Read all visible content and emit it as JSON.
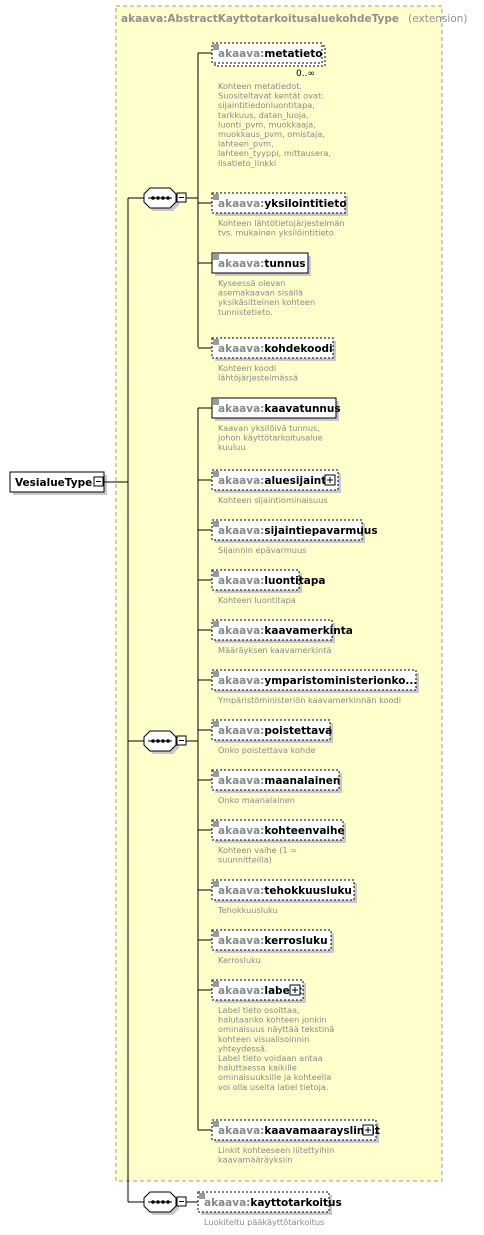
{
  "header": {
    "type_name": "akaava:AbstractKayttotarkoitusaluekohdeType",
    "extension_label": "(extension)"
  },
  "root": {
    "name": "VesialueType"
  },
  "namespace_prefix": "akaava:",
  "elements": [
    {
      "name": "metatieto",
      "occurrence": "0..∞",
      "optional": true,
      "expandable": false,
      "doc": [
        "Kohteen metatiedot.",
        "Suositeltavat kentät ovat:",
        "sijaintitiedonluontitapa,",
        "tarkkuus, datan_luoja,",
        "luonti_pvm, muokkaaja,",
        "muokkaus_pvm, omistaja,",
        "lahteen_pvm,",
        "lahteen_tyyppi, mittausera,",
        "lisatieto_linkki"
      ]
    },
    {
      "name": "yksilointitieto",
      "occurrence": "",
      "optional": true,
      "expandable": false,
      "doc": [
        "Kohteen lähtötietojärjestelmän",
        "tvs. mukainen yksilöintitieto"
      ]
    },
    {
      "name": "tunnus",
      "occurrence": "",
      "optional": false,
      "expandable": false,
      "doc": [
        "Kyseessä olevan",
        "asemakaavan sisällä",
        "yksikäsitteinen kohteen",
        "tunnistetieto."
      ]
    },
    {
      "name": "kohdekoodi",
      "occurrence": "",
      "optional": true,
      "expandable": false,
      "doc": [
        "Kohteen koodi",
        "lähtöjärjestelmässä"
      ]
    },
    {
      "name": "kaavatunnus",
      "occurrence": "",
      "optional": false,
      "expandable": false,
      "doc": [
        "Kaavan yksilöivä tunnus,",
        "johon käyttötarkoitusalue",
        "kuuluu"
      ]
    },
    {
      "name": "aluesijainti",
      "occurrence": "",
      "optional": true,
      "expandable": true,
      "doc": [
        "Kohteen sijaintiominaisuus"
      ]
    },
    {
      "name": "sijaintiepavarmuus",
      "occurrence": "",
      "optional": true,
      "expandable": false,
      "doc": [
        "Sijainnin epävarmuus"
      ]
    },
    {
      "name": "luontitapa",
      "occurrence": "",
      "optional": true,
      "expandable": false,
      "doc": [
        "Kohteen luontitapa"
      ]
    },
    {
      "name": "kaavamerkinta",
      "occurrence": "",
      "optional": true,
      "expandable": false,
      "doc": [
        "Määräyksen kaavamerkintä"
      ]
    },
    {
      "name": "ymparistoministerionko...",
      "occurrence": "",
      "optional": true,
      "expandable": false,
      "doc": [
        "Ympäristöministeriön kaavamerkinnän koodi"
      ]
    },
    {
      "name": "poistettava",
      "occurrence": "",
      "optional": true,
      "expandable": false,
      "doc": [
        "Onko poistettava kohde"
      ]
    },
    {
      "name": "maanalainen",
      "occurrence": "",
      "optional": true,
      "expandable": false,
      "doc": [
        "Onko maanalainen"
      ]
    },
    {
      "name": "kohteenvaihe",
      "occurrence": "",
      "optional": true,
      "expandable": false,
      "doc": [
        "Kohteen vaihe (1 =",
        "suunnitteilla)"
      ]
    },
    {
      "name": "tehokkuusluku",
      "occurrence": "",
      "optional": true,
      "expandable": false,
      "doc": [
        "Tehokkuusluku"
      ]
    },
    {
      "name": "kerrosluku",
      "occurrence": "",
      "optional": true,
      "expandable": false,
      "doc": [
        "Kerrosluku"
      ]
    },
    {
      "name": "labelit",
      "occurrence": "",
      "optional": true,
      "expandable": true,
      "doc": [
        "Label tieto osoittaa,",
        "halutaanko kohteen jonkin",
        "ominaisuus näyttää tekstinä",
        "kohteen visualisoinnin",
        "yhteydessä.",
        "Label tieto voidaan antaa",
        "haluttaessa kaikille",
        "ominaisuuksille ja kohteella",
        "voi olla useita label tietoja."
      ]
    },
    {
      "name": "kaavamaarayslinkit",
      "occurrence": "",
      "optional": true,
      "expandable": true,
      "doc": [
        "Linkit kohteeseen liitettyihin",
        "kaavamääräyksiin"
      ]
    },
    {
      "name": "kayttotarkoitus",
      "occurrence": "",
      "optional": true,
      "expandable": false,
      "doc": [
        "Luokiteltu pääkäyttötarkoitus"
      ]
    }
  ]
}
